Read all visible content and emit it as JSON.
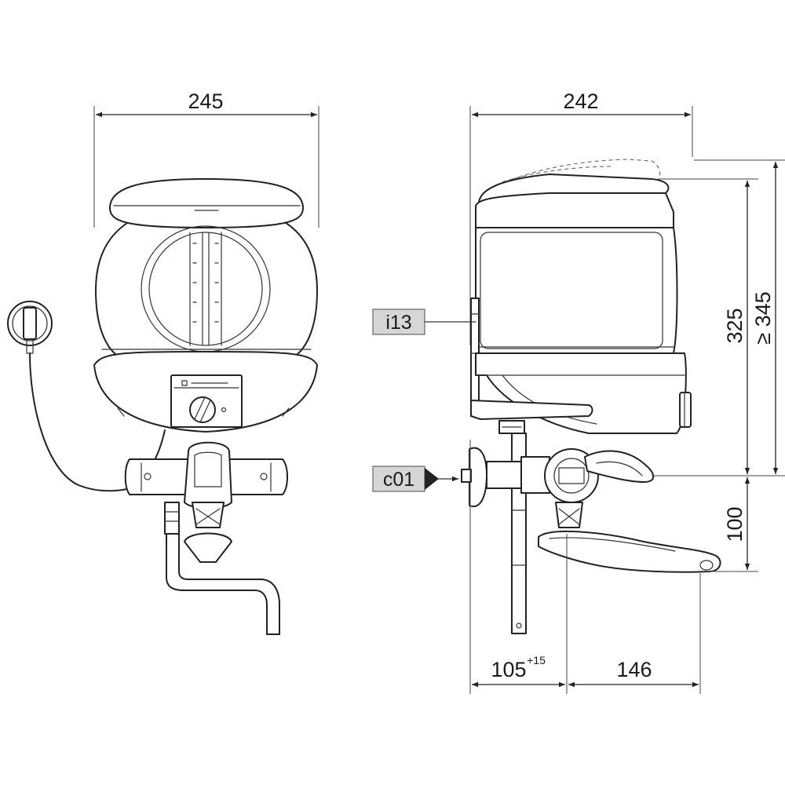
{
  "dimensions": {
    "front_width": "245",
    "side_width": "242",
    "height_outlet": "325",
    "height_min": "≥ 345",
    "spout_drop": "100",
    "wall_to_axis": "105",
    "wall_to_axis_tolerance": "+15",
    "spout_reach": "146"
  },
  "tags": {
    "i13": "i13",
    "c01": "c01"
  },
  "colors": {
    "line": "#222222",
    "tag_fill": "#d6d6d6"
  },
  "icons": {
    "plug": "schuko-plug",
    "knob": "temperature-knob"
  }
}
